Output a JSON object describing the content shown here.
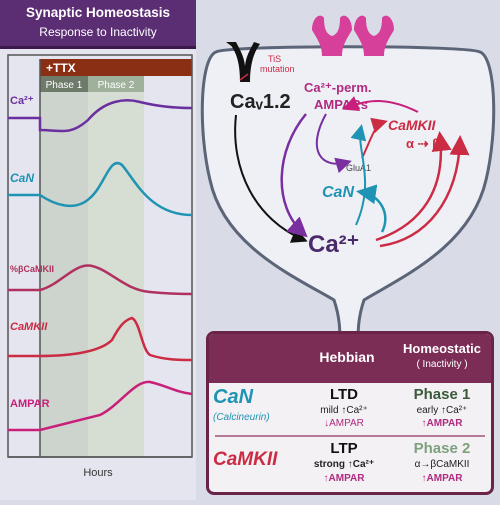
{
  "title": "Synaptic Homeostasis",
  "subtitle": "Response to Inactivity",
  "timeline": {
    "treatment": "+TTX",
    "phase1": "Phase 1",
    "phase2": "Phase 2",
    "xlabel": "Hours",
    "traces": [
      {
        "label": "Ca²⁺",
        "color": "#6b2fa0"
      },
      {
        "label": "CaN",
        "color": "#1f93b3"
      },
      {
        "label": "%βCaMKII",
        "color": "#b0305f"
      },
      {
        "label": "CaMKII",
        "color": "#cc2b44"
      },
      {
        "label": "AMPAR",
        "color": "#c8207a"
      }
    ]
  },
  "synapse": {
    "cav": "Caᵥ1.2",
    "tis": "TiS\nmutation",
    "ampar": "Ca²⁺-perm.\nAMPARs",
    "camkii": "CaMKII",
    "alpha_beta": "α ⇢ β",
    "glua1": "GluA1",
    "can": "CaN",
    "ca": "Ca²⁺"
  },
  "table": {
    "col1": "Hebbian",
    "col2": "Homeostatic",
    "col2_sub": "( Inactivity )",
    "rows": [
      {
        "name": "CaN",
        "sub": "(Calcineurin)",
        "heb_title": "LTD",
        "heb_line1": "mild ↑Ca²⁺",
        "heb_line2": "↓AMPAR",
        "hom_title": "Phase 1",
        "hom_line1": "early ↑Ca²⁺",
        "hom_line2": "↑AMPAR"
      },
      {
        "name": "CaMKII",
        "sub": "",
        "heb_title": "LTP",
        "heb_line1": "strong ↑Ca²⁺",
        "heb_line2": "↑AMPAR",
        "hom_title": "Phase 2",
        "hom_line1": "α→βCaMKII",
        "hom_line2": "↑AMPAR"
      }
    ]
  },
  "colors": {
    "purple": "#5b2e73",
    "maroon": "#7b2d55",
    "teal": "#1f93b3",
    "red": "#cc2b44",
    "magenta": "#c8207a",
    "brown": "#8b2f14"
  }
}
